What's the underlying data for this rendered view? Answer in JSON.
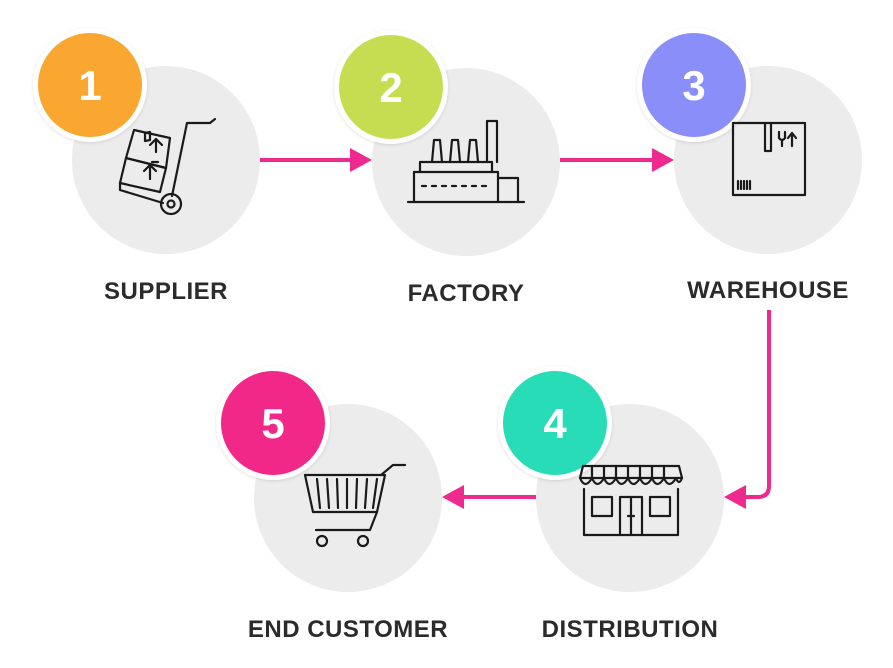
{
  "colors": {
    "arrow": "#ee2a8e",
    "circle": "#ececec",
    "text": "#2b2b2b",
    "badge_1": "#f9a730",
    "badge_2": "#c6dd52",
    "badge_3": "#8a8ef8",
    "badge_4": "#27dcb7",
    "badge_5": "#f22889"
  },
  "steps": [
    {
      "number": "1",
      "label": "SUPPLIER",
      "icon": "hand-truck-icon"
    },
    {
      "number": "2",
      "label": "FACTORY",
      "icon": "factory-icon"
    },
    {
      "number": "3",
      "label": "WAREHOUSE",
      "icon": "package-box-icon"
    },
    {
      "number": "4",
      "label": "DISTRIBUTION",
      "icon": "store-icon"
    },
    {
      "number": "5",
      "label": "END CUSTOMER",
      "icon": "shopping-cart-icon"
    }
  ]
}
